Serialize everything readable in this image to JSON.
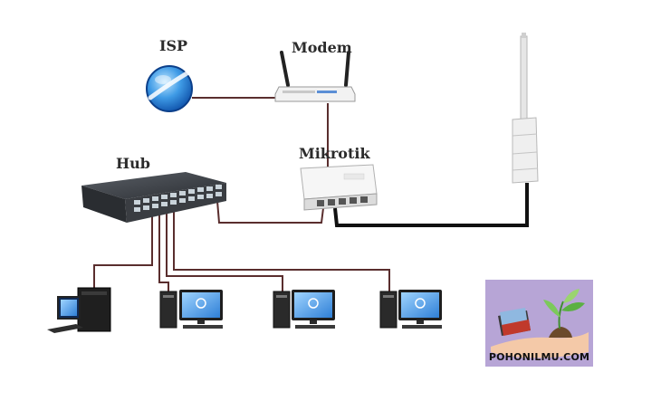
{
  "labels": {
    "isp": "ISP",
    "modem": "Modem",
    "mikrotik": "Mikrotik",
    "hub": "Hub"
  },
  "logo": {
    "text": "POHONILMU.COM",
    "background": "#b7a5d6"
  },
  "colors": {
    "cable": "#5a2e2e",
    "antenna_cable": "#111111",
    "label": "#2b2b2b"
  },
  "icons": [
    "globe-icon",
    "wifi-router-icon",
    "routerboard-icon",
    "network-switch-icon",
    "outdoor-antenna-icon",
    "desktop-computer-icon",
    "book-plant-icon"
  ]
}
